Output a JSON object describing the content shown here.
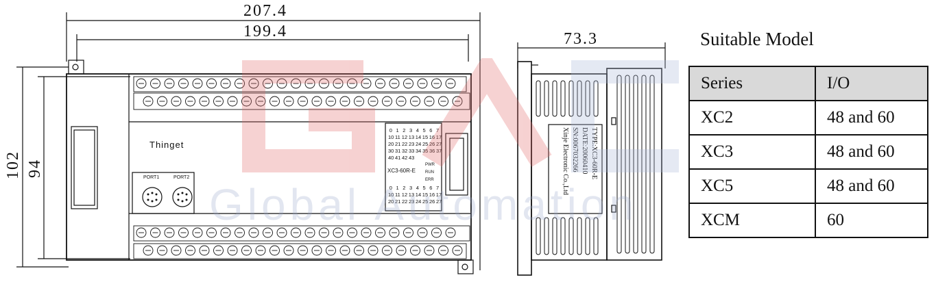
{
  "front_view": {
    "dims": {
      "width_outer": "207.4",
      "width_inner": "199.4",
      "height_outer": "102",
      "height_inner": "94"
    },
    "brand": "Thinget",
    "model": "XC3-60R-E",
    "ports": [
      "PORT1",
      "PORT2"
    ],
    "io_numbers": [
      [
        "0",
        "1",
        "2",
        "3",
        "4",
        "5",
        "6",
        "7"
      ],
      [
        "10",
        "11",
        "12",
        "13",
        "14",
        "15",
        "16",
        "17"
      ],
      [
        "20",
        "21",
        "22",
        "23",
        "24",
        "25",
        "26",
        "27"
      ],
      [
        "30",
        "31",
        "32",
        "33",
        "34",
        "35",
        "36",
        "37"
      ],
      [
        "40",
        "41",
        "42",
        "43"
      ]
    ],
    "output_numbers": [
      [
        "0",
        "1",
        "2",
        "3",
        "4",
        "5",
        "6",
        "7"
      ],
      [
        "10",
        "11",
        "12",
        "13",
        "14",
        "15",
        "16",
        "17"
      ],
      [
        "20",
        "21",
        "22",
        "23",
        "24",
        "25",
        "26",
        "27"
      ]
    ],
    "leds": [
      "PWR",
      "RUN",
      "ERR"
    ]
  },
  "side_view": {
    "dims": {
      "depth": "73.3"
    },
    "label_lines": [
      "TYPE:XC3-60R-E",
      "DATE:20060410",
      "SN:0067032266",
      "Xinje Electronic Co.,Ltd"
    ]
  },
  "watermark": {
    "logo": "GAC",
    "text": "Global Automation"
  },
  "suitable": {
    "title": "Suitable Model",
    "headers": [
      "Series",
      "I/O"
    ],
    "rows": [
      [
        "XC2",
        "48 and 60"
      ],
      [
        "XC3",
        "48 and 60"
      ],
      [
        "XC5",
        "48 and 60"
      ],
      [
        "XCM",
        "60"
      ]
    ]
  },
  "colors": {
    "line": "#111111",
    "watermark_red": "#e8a0a0",
    "watermark_blue": "#a8b6d4",
    "header_fill": "#d9d9d9"
  }
}
